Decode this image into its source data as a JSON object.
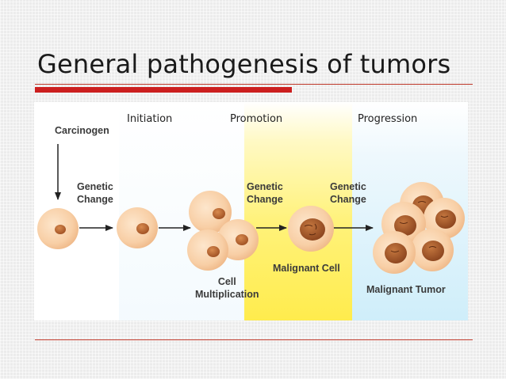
{
  "slide": {
    "title": "General pathogenesis of tumors"
  },
  "diagram": {
    "phases": [
      "Initiation",
      "Promotion",
      "Progression"
    ],
    "labels": {
      "carcinogen": "Carcinogen",
      "genetic_change_1": [
        "Genetic",
        "Change"
      ],
      "genetic_change_2": [
        "Genetic",
        "Change"
      ],
      "genetic_change_3": [
        "Genetic",
        "Change"
      ],
      "cell_multiplication": [
        "Cell",
        "Multiplication"
      ],
      "malignant_cell": "Malignant Cell",
      "malignant_tumor": "Malignant Tumor"
    },
    "colors": {
      "accent_red": "#cc1f1f",
      "cell_fill": "#f8cfa6",
      "nucleus_fill": "#b5652f",
      "malignant_nucleus": "#9a4f26",
      "promotion_band": "#fff48a",
      "progression_band": "#d9f1fb"
    }
  }
}
